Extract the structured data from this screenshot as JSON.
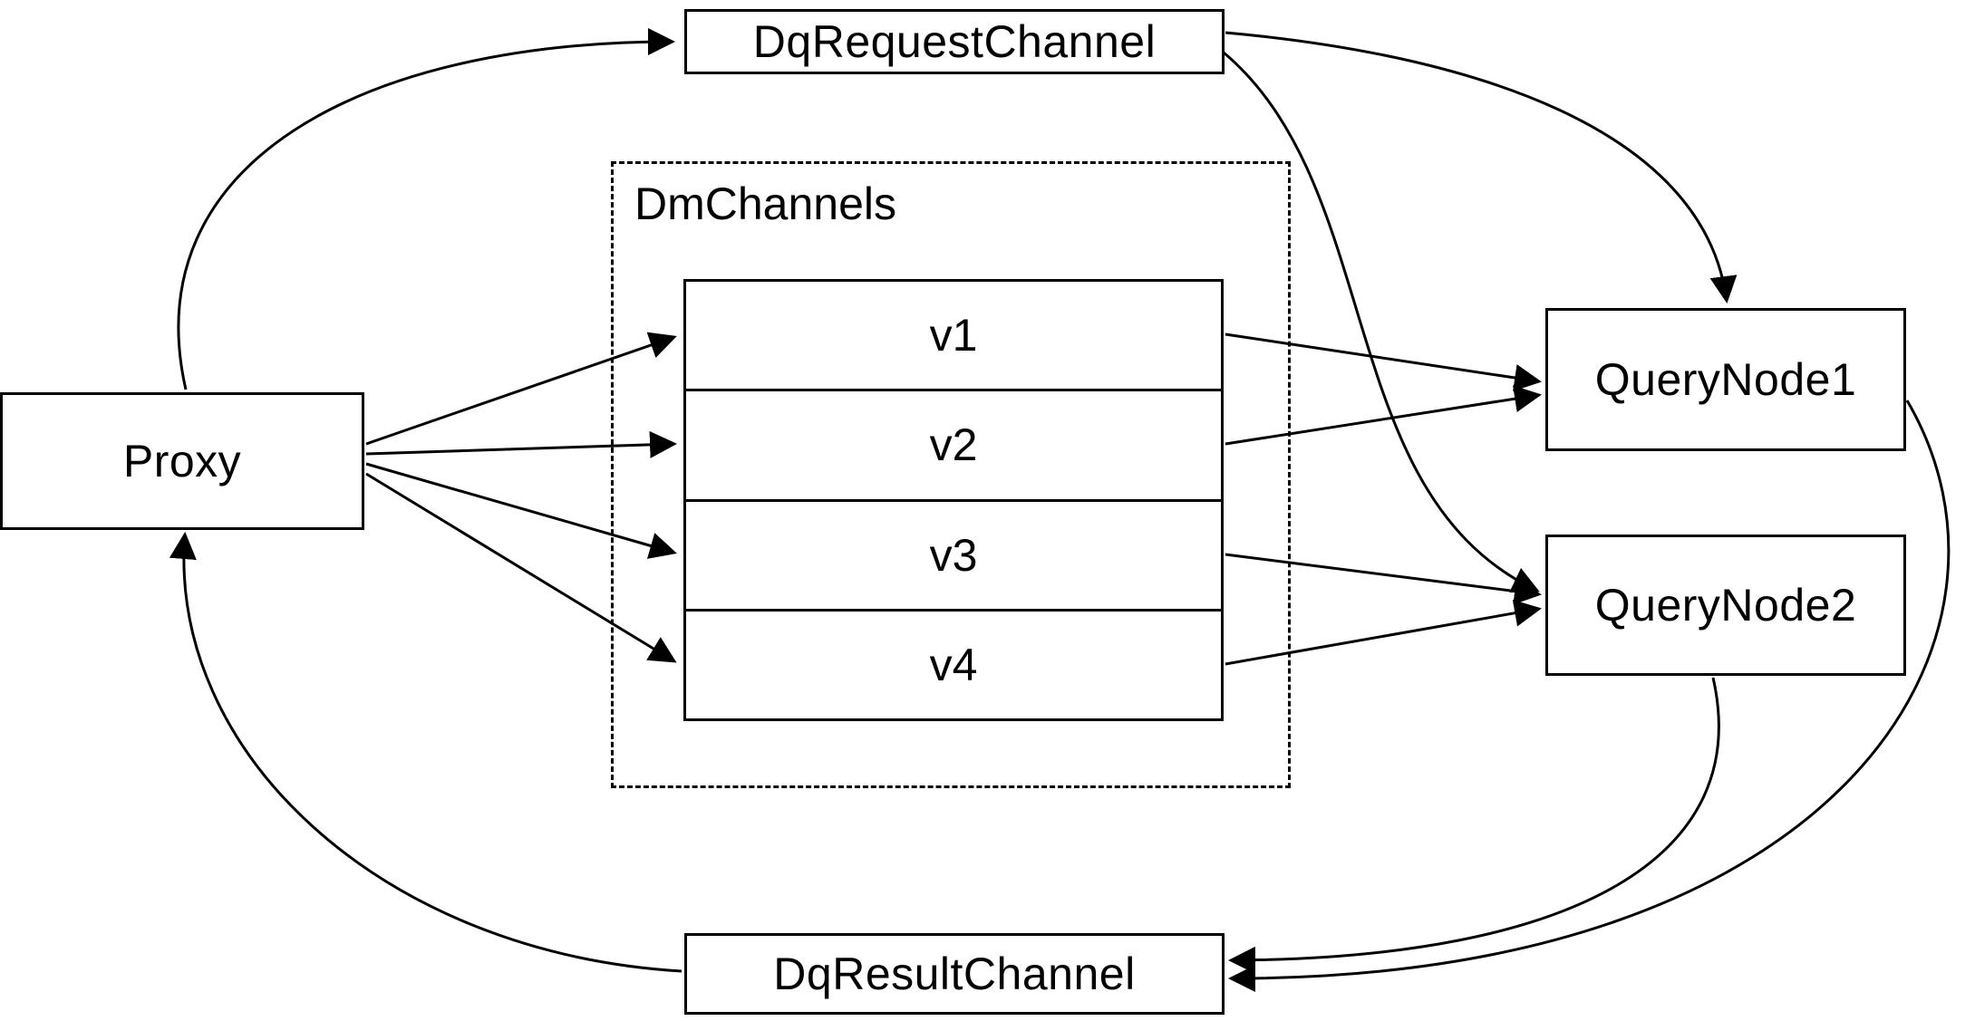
{
  "diagram": {
    "title": "Query channel flow diagram",
    "colors": {
      "stroke": "#000000",
      "background": "#ffffff"
    },
    "nodes": {
      "proxy": "Proxy",
      "dq_request_channel": "DqRequestChannel",
      "dm_channels_group": "DmChannels",
      "query_node_1": "QueryNode1",
      "query_node_2": "QueryNode2",
      "dq_result_channel": "DqResultChannel"
    },
    "channels": [
      "v1",
      "v2",
      "v3",
      "v4"
    ],
    "edges": [
      "Proxy -> DqRequestChannel",
      "DqRequestChannel -> QueryNode1",
      "DqRequestChannel -> QueryNode2",
      "Proxy -> v1",
      "Proxy -> v2",
      "Proxy -> v3",
      "Proxy -> v4",
      "v1 -> QueryNode1",
      "v2 -> QueryNode1",
      "v3 -> QueryNode2",
      "v4 -> QueryNode2",
      "QueryNode1 -> DqResultChannel",
      "QueryNode2 -> DqResultChannel",
      "DqResultChannel -> Proxy"
    ]
  }
}
